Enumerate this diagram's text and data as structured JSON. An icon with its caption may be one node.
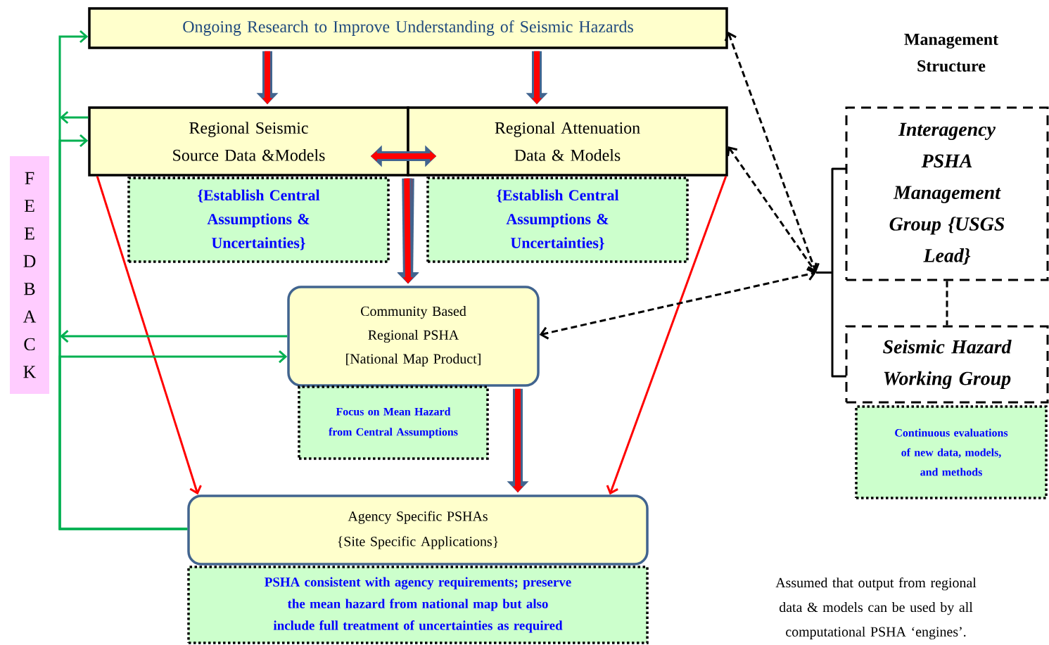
{
  "diagram": {
    "nodes": [
      {
        "text": [
          "Ongoing Research to Improve Understanding of Seismic Hazards"
        ]
      },
      {
        "text": [
          "Regional Seismic Source Data &Models"
        ]
      },
      {
        "text": [
          "Regional Attenuation Data & Models"
        ]
      },
      {
        "text": [
          "{Establish Central Assumptions & Uncertainties}"
        ]
      },
      {
        "text": [
          "{Establish Central Assumptions & Uncertainties}"
        ]
      },
      {
        "text": [
          "Community Based Regional PSHA [National Map Product]"
        ]
      },
      {
        "text": [
          "Focus on Mean Hazard from Central Assumptions"
        ]
      },
      {
        "text": [
          "Agency Specific PSHAs {Site Specific Applications}"
        ]
      },
      {
        "text": [
          "PSHA consistent with agency requirements; preserve the mean hazard from national map but also include full treatment of uncertainties as required"
        ]
      },
      {
        "text": [
          "FEEDBACK"
        ]
      },
      {
        "text": [
          "Interagency PSHA Management Group {USGS Lead}"
        ]
      },
      {
        "text": [
          "Seismic Hazard Working Group"
        ]
      },
      {
        "text": [
          "Continuous evaluations of new data, models, and methods"
        ]
      },
      {
        "text": [],
        "shape": "bracket"
      }
    ],
    "edges": [
      {
        "from": 0,
        "to": 1,
        "arrow": "to",
        "style": "thick",
        "color": "#ff0000"
      },
      {
        "from": 0,
        "to": 2,
        "arrow": "to",
        "style": "thick",
        "color": "#ff0000"
      },
      {
        "from": 1,
        "to": 2,
        "arrow": "both",
        "style": "thick",
        "color": "#ff0000"
      },
      {
        "from": 1,
        "to": 5,
        "arrow": "to",
        "style": "thick",
        "color": "#ff0000"
      },
      {
        "from": 2,
        "to": 5,
        "arrow": "to",
        "style": "thick",
        "color": "#ff0000"
      },
      {
        "from": 5,
        "to": 7,
        "arrow": "to",
        "style": "thick",
        "color": "#ff0000"
      },
      {
        "from": 1,
        "to": 7,
        "arrow": "to",
        "color": "#ff0000"
      },
      {
        "from": 2,
        "to": 7,
        "arrow": "to",
        "color": "#ff0000"
      },
      {
        "from": 7,
        "to": 0,
        "arrow": "to",
        "color": "#00b050"
      },
      {
        "from": 7,
        "to": 1,
        "arrow": "to",
        "color": "#00b050"
      },
      {
        "from": 7,
        "to": 5,
        "arrow": "to",
        "color": "#00b050"
      },
      {
        "from": 1,
        "to": null,
        "arrow": "to",
        "color": "#00b050"
      },
      {
        "from": 5,
        "to": 9,
        "arrow": "to",
        "color": "#00b050"
      },
      {
        "from": 0,
        "to": 13,
        "arrow": "both",
        "style": "dashed",
        "color": "#000000"
      },
      {
        "from": 2,
        "to": 13,
        "arrow": "both",
        "style": "dashed",
        "color": "#000000"
      },
      {
        "from": 5,
        "to": 13,
        "arrow": "both",
        "style": "dashed",
        "color": "#000000"
      },
      {
        "from": 10,
        "to": 11,
        "arrow": "none",
        "style": "dashed",
        "color": "#000000"
      }
    ],
    "labels": [
      "Management Structure",
      "Assumed that output from regional data & models can be used by all computational PSHA ‘engines’."
    ]
  }
}
